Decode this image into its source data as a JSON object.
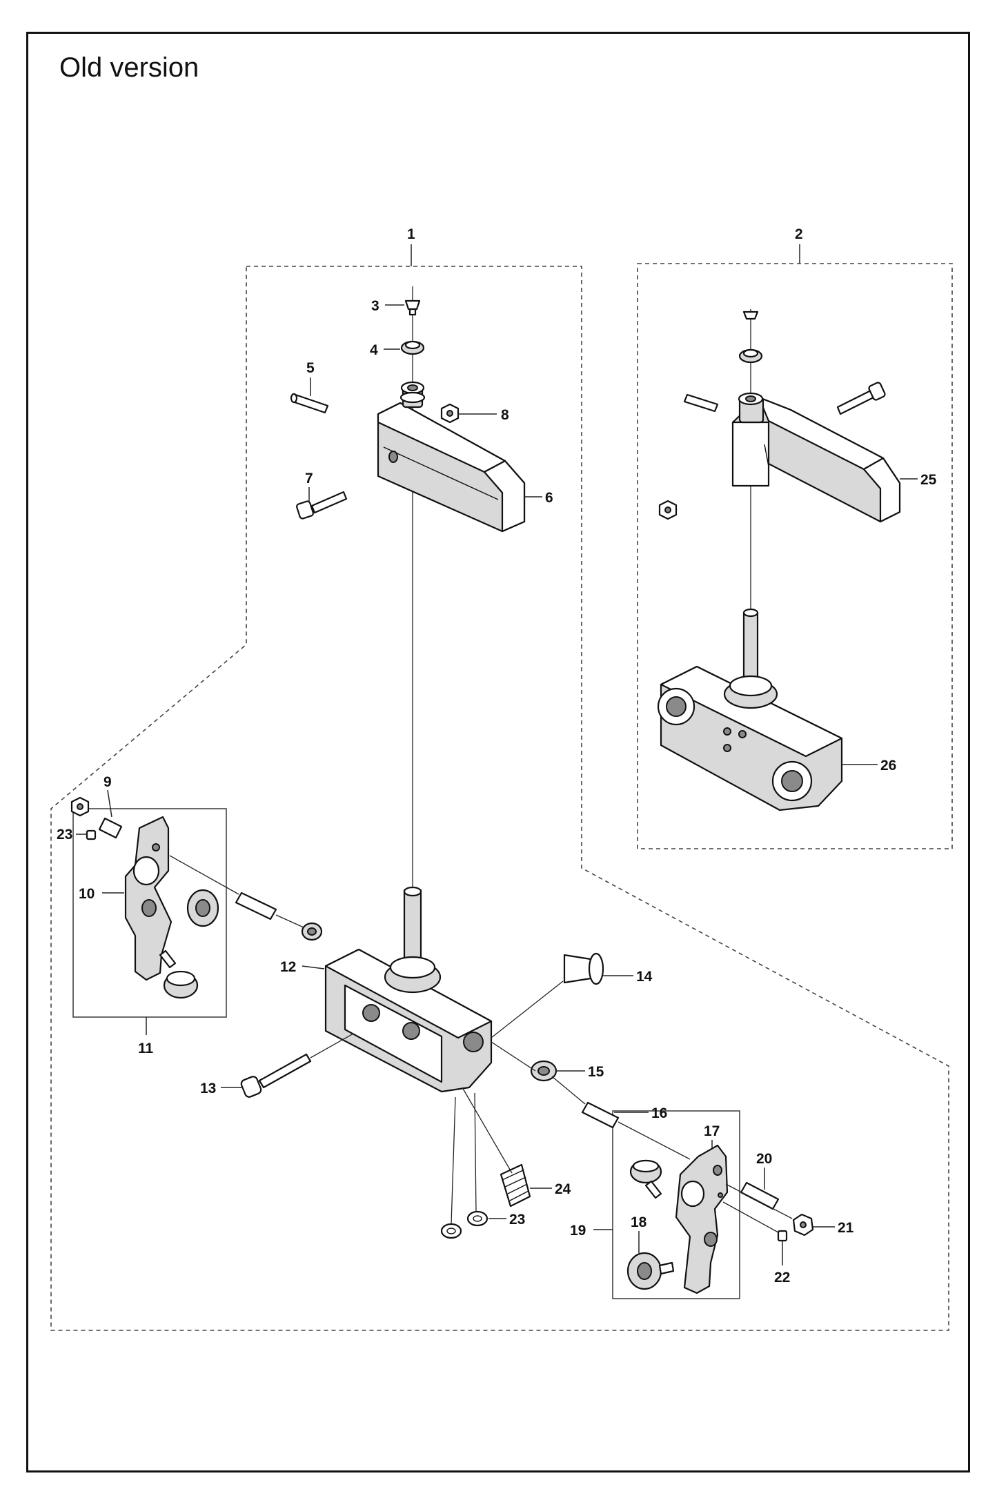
{
  "title": "Old version",
  "callouts": {
    "c1": "1",
    "c2": "2",
    "c3": "3",
    "c4": "4",
    "c5": "5",
    "c6": "6",
    "c7": "7",
    "c8": "8",
    "c9": "9",
    "c10": "10",
    "c11": "11",
    "c12": "12",
    "c13": "13",
    "c14": "14",
    "c15": "15",
    "c16": "16",
    "c17": "17",
    "c18": "18",
    "c19": "19",
    "c20": "20",
    "c21": "21",
    "c22": "22",
    "c23a": "23",
    "c23b": "23",
    "c24": "24",
    "c25": "25",
    "c26": "26"
  }
}
